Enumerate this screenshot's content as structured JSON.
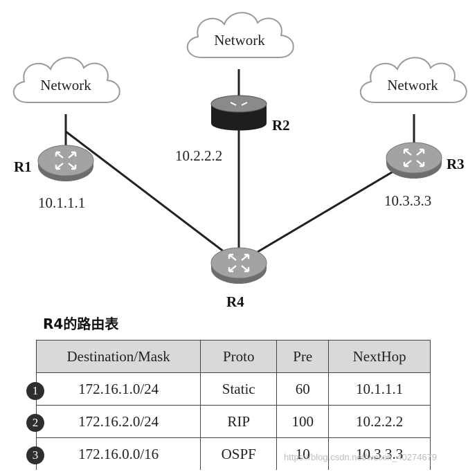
{
  "clouds": {
    "left": "Network",
    "center": "Network",
    "right": "Network"
  },
  "routers": {
    "r1": {
      "name": "R1",
      "ip": "10.1.1.1"
    },
    "r2": {
      "name": "R2",
      "ip": "10.2.2.2"
    },
    "r3": {
      "name": "R3",
      "ip": "10.3.3.3"
    },
    "r4": {
      "name": "R4"
    }
  },
  "table": {
    "title": "R4的路由表",
    "headers": [
      "Destination/Mask",
      "Proto",
      "Pre",
      "NextHop"
    ],
    "rows": [
      {
        "num": "1",
        "dest": "172.16.1.0/24",
        "proto": "Static",
        "pre": "60",
        "nexthop": "10.1.1.1"
      },
      {
        "num": "2",
        "dest": "172.16.2.0/24",
        "proto": "RIP",
        "pre": "100",
        "nexthop": "10.2.2.2"
      },
      {
        "num": "3",
        "dest": "172.16.0.0/16",
        "proto": "OSPF",
        "pre": "10",
        "nexthop": "10.3.3.3"
      }
    ]
  },
  "watermark": "https://blog.csdn.net/weixin_40274679",
  "colors": {
    "line": "#222222",
    "router_top": "#9a9a9a",
    "router_side": "#6d6d6d",
    "header_bg": "#d9d9d9",
    "badge": "#2e2e2e"
  }
}
